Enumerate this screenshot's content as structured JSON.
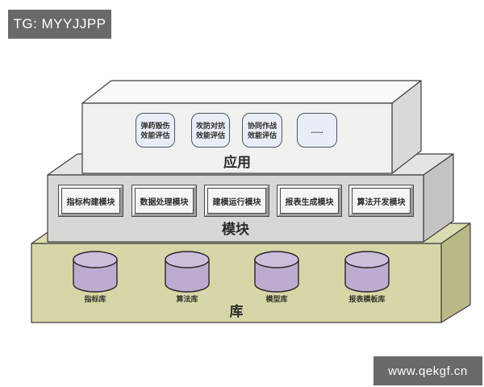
{
  "watermarks": {
    "top_left": "TG: MYYJJPP",
    "bottom_right": "www.qekgf.cn"
  },
  "layers": {
    "application": {
      "label": "应用",
      "items": [
        {
          "line1": "弹药毁伤",
          "line2": "效能评估"
        },
        {
          "line1": "攻防对抗",
          "line2": "效能评估"
        },
        {
          "line1": "协同作战",
          "line2": "效能评估"
        },
        {
          "line1": "......",
          "line2": ""
        }
      ]
    },
    "modules": {
      "label": "模块",
      "items": [
        "指标构建模块",
        "数据处理模块",
        "建模运行模块",
        "报表生成模块",
        "算法开发模块"
      ]
    },
    "libraries": {
      "label": "库",
      "items": [
        "指标库",
        "算法库",
        "模型库",
        "报表模板库"
      ]
    }
  },
  "colors": {
    "slab_front": "#d6d6a8",
    "slab_top": "#dcdcb2",
    "slab_side": "#b9b988",
    "middle_front": "#d7d7d5",
    "middle_top": "#e4e4e2",
    "middle_side": "#c4c4c2",
    "top_front": "#f1f1ef",
    "top_top": "#f9f9f7",
    "top_side": "#dadad8",
    "cylinder_body": "#bcaccf",
    "cylinder_top": "#ccbedd",
    "badge_background": "#696969"
  }
}
